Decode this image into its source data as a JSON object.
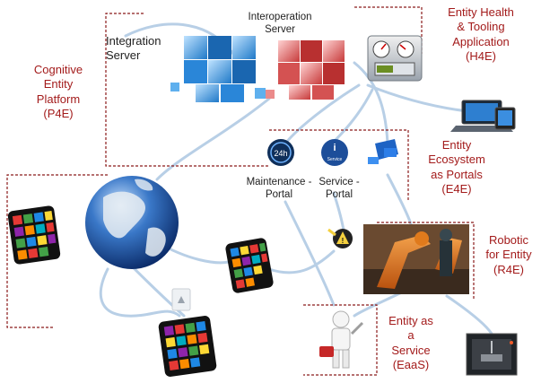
{
  "labels": {
    "integration_server": "Integration\nServer",
    "interoperation_server": "Interoperation\nServer",
    "entity_health": "Entity Health\n& Tooling\nApplication\n(H4E)",
    "cognitive_platform": "Cognitive\nEntity\nPlatform\n(P4E)",
    "ecosystem_portals": "Entity\nEcosystem\nas Portals\n(E4E)",
    "maintenance_portal": "Maintenance -\nPortal",
    "service_portal": "Service -\nPortal",
    "robotic_entity": "Robotic\nfor Entity\n(R4E)",
    "entity_service": "Entity as\na\nService\n(EaaS)"
  },
  "icons": {
    "maintenance_badge": "24h",
    "service_badge": "Service",
    "warning_badge": "!"
  },
  "colors": {
    "label_red": "#a31b1b",
    "dashed_border": "#8b1a1a",
    "connector": "#b8cfe6",
    "cube_blue": "#3b9be0",
    "cube_red": "#e06a6a"
  }
}
